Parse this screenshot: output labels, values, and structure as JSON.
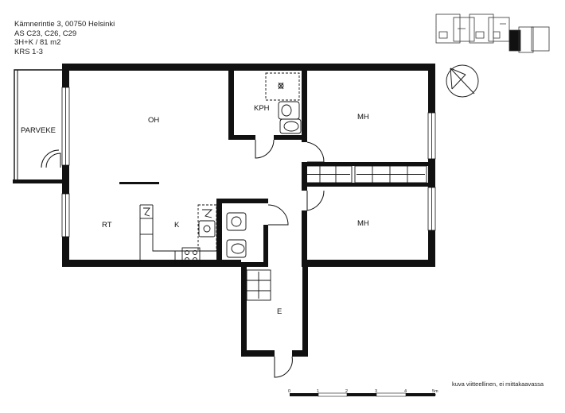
{
  "header": {
    "address": "Kämnerintie 3, 00750 Helsinki",
    "apartments": "AS C23, C26, C29",
    "layout": "3H+K / 81 m2",
    "floors": "KRS 1-3"
  },
  "rooms": {
    "balcony": "PARVEKE",
    "living": "OH",
    "bathroom": "KPH",
    "bedroom_1": "MH",
    "bedroom_2": "MH",
    "dining": "RT",
    "kitchen": "K",
    "entrance": "E"
  },
  "note": "kuva viitteellinen, ei mittakaavassa",
  "scale_bar": {
    "ticks": [
      "0",
      "1",
      "2",
      "3",
      "4",
      "5m"
    ]
  },
  "icons": [
    "compass-icon",
    "building-keyplan-icon",
    "door-swing-icon",
    "toilet-icon",
    "washbasin-icon",
    "stove-icon",
    "sink-icon"
  ]
}
